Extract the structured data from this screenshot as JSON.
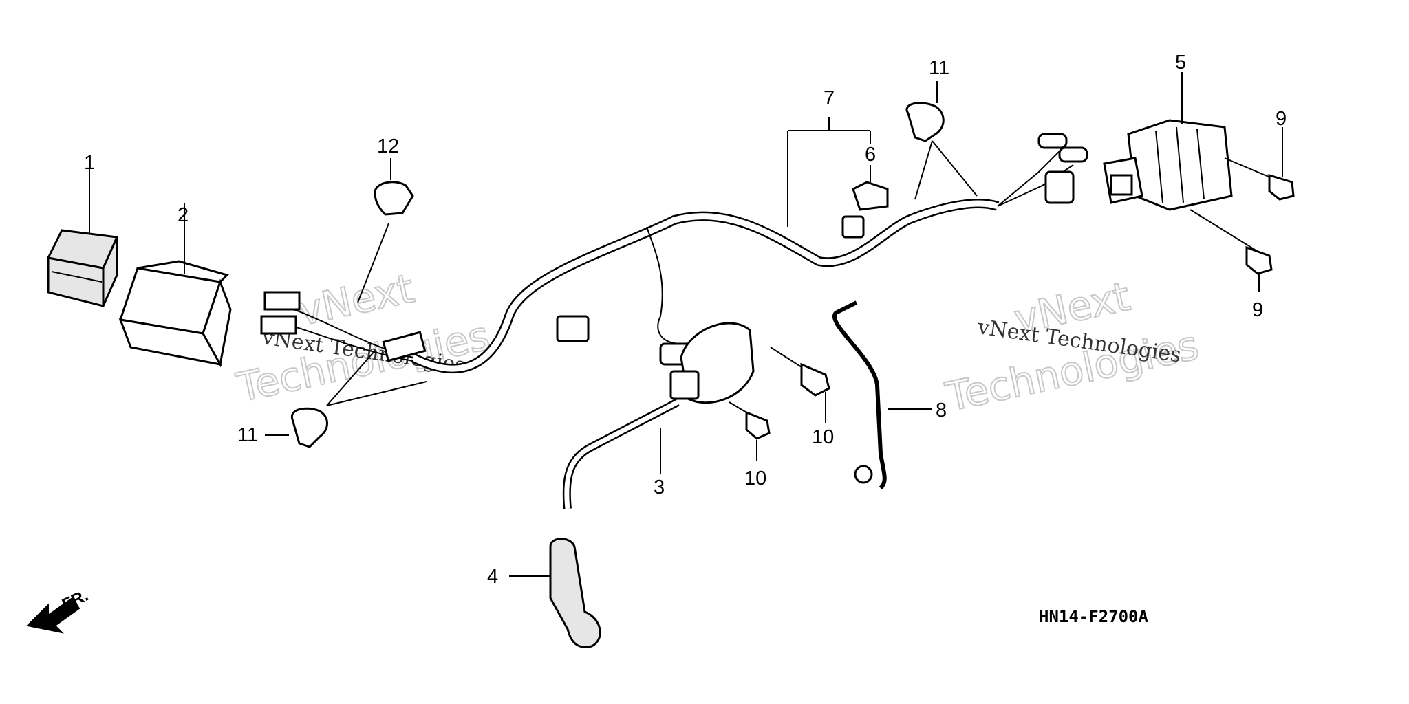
{
  "diagram": {
    "callouts": [
      "1",
      "2",
      "3",
      "4",
      "5",
      "6",
      "7",
      "8",
      "9",
      "9",
      "10",
      "10",
      "11",
      "11",
      "12"
    ],
    "watermark_large": [
      "vNext",
      "Technologies",
      "vNext",
      "Technologies"
    ],
    "watermark_small": [
      "vNext Technologies",
      "vNext Technologies"
    ],
    "front_label": "FR.",
    "diagram_code": "HN14-F2700A"
  }
}
